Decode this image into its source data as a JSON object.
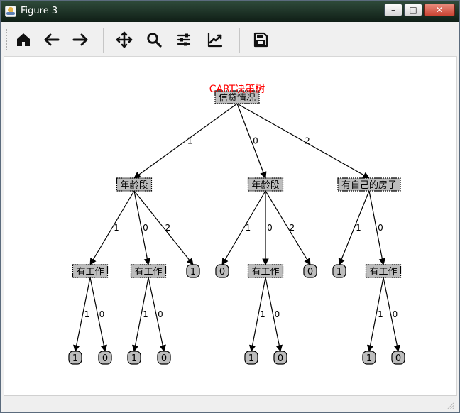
{
  "window": {
    "title": "Figure 3",
    "buttons": {
      "minimize": "–",
      "maximize": "□",
      "close": "✕"
    }
  },
  "toolbar": {
    "items": [
      {
        "name": "home",
        "icon": "home-icon"
      },
      {
        "name": "back",
        "icon": "arrow-left-icon"
      },
      {
        "name": "forward",
        "icon": "arrow-right-icon"
      },
      {
        "name": "pan",
        "icon": "move-icon"
      },
      {
        "name": "zoom",
        "icon": "search-icon"
      },
      {
        "name": "subplots",
        "icon": "sliders-icon"
      },
      {
        "name": "edit-axis",
        "icon": "chart-line-icon"
      },
      {
        "name": "save",
        "icon": "save-icon"
      }
    ]
  },
  "tree": {
    "title": "CART决策树",
    "nodes": [
      {
        "id": "root",
        "label": "信贷情况",
        "kind": "decision"
      },
      {
        "id": "n1",
        "label": "年龄段",
        "kind": "decision"
      },
      {
        "id": "n0",
        "label": "年龄段",
        "kind": "decision"
      },
      {
        "id": "n2",
        "label": "有自己的房子",
        "kind": "decision"
      },
      {
        "id": "n1_1",
        "label": "有工作",
        "kind": "decision"
      },
      {
        "id": "n1_0",
        "label": "有工作",
        "kind": "decision"
      },
      {
        "id": "n1_2",
        "label": "1",
        "kind": "leaf"
      },
      {
        "id": "n0_1",
        "label": "0",
        "kind": "leaf"
      },
      {
        "id": "n0_0",
        "label": "有工作",
        "kind": "decision"
      },
      {
        "id": "n0_2",
        "label": "0",
        "kind": "leaf"
      },
      {
        "id": "n2_1",
        "label": "1",
        "kind": "leaf"
      },
      {
        "id": "n2_0",
        "label": "有工作",
        "kind": "decision"
      },
      {
        "id": "n1_1_1",
        "label": "1",
        "kind": "leaf"
      },
      {
        "id": "n1_1_0",
        "label": "0",
        "kind": "leaf"
      },
      {
        "id": "n1_0_1",
        "label": "1",
        "kind": "leaf"
      },
      {
        "id": "n1_0_0",
        "label": "0",
        "kind": "leaf"
      },
      {
        "id": "n0_0_1",
        "label": "1",
        "kind": "leaf"
      },
      {
        "id": "n0_0_0",
        "label": "0",
        "kind": "leaf"
      },
      {
        "id": "n2_0_1",
        "label": "1",
        "kind": "leaf"
      },
      {
        "id": "n2_0_0",
        "label": "0",
        "kind": "leaf"
      }
    ],
    "edges": [
      {
        "from": "root",
        "to": "n1",
        "label": "1"
      },
      {
        "from": "root",
        "to": "n0",
        "label": "0"
      },
      {
        "from": "root",
        "to": "n2",
        "label": "2"
      },
      {
        "from": "n1",
        "to": "n1_1",
        "label": "1"
      },
      {
        "from": "n1",
        "to": "n1_0",
        "label": "0"
      },
      {
        "from": "n1",
        "to": "n1_2",
        "label": "2"
      },
      {
        "from": "n0",
        "to": "n0_1",
        "label": "1"
      },
      {
        "from": "n0",
        "to": "n0_0",
        "label": "0"
      },
      {
        "from": "n0",
        "to": "n0_2",
        "label": "2"
      },
      {
        "from": "n2",
        "to": "n2_1",
        "label": "1"
      },
      {
        "from": "n2",
        "to": "n2_0",
        "label": "0"
      },
      {
        "from": "n1_1",
        "to": "n1_1_1",
        "label": "1"
      },
      {
        "from": "n1_1",
        "to": "n1_1_0",
        "label": "0"
      },
      {
        "from": "n1_0",
        "to": "n1_0_1",
        "label": "1"
      },
      {
        "from": "n1_0",
        "to": "n1_0_0",
        "label": "0"
      },
      {
        "from": "n0_0",
        "to": "n0_0_1",
        "label": "1"
      },
      {
        "from": "n0_0",
        "to": "n0_0_0",
        "label": "0"
      },
      {
        "from": "n2_0",
        "to": "n2_0_1",
        "label": "1"
      },
      {
        "from": "n2_0",
        "to": "n2_0_0",
        "label": "0"
      }
    ]
  },
  "colors": {
    "title_red": "#ff0000",
    "node_fill": "#bdbdbd",
    "stroke": "#000000"
  }
}
